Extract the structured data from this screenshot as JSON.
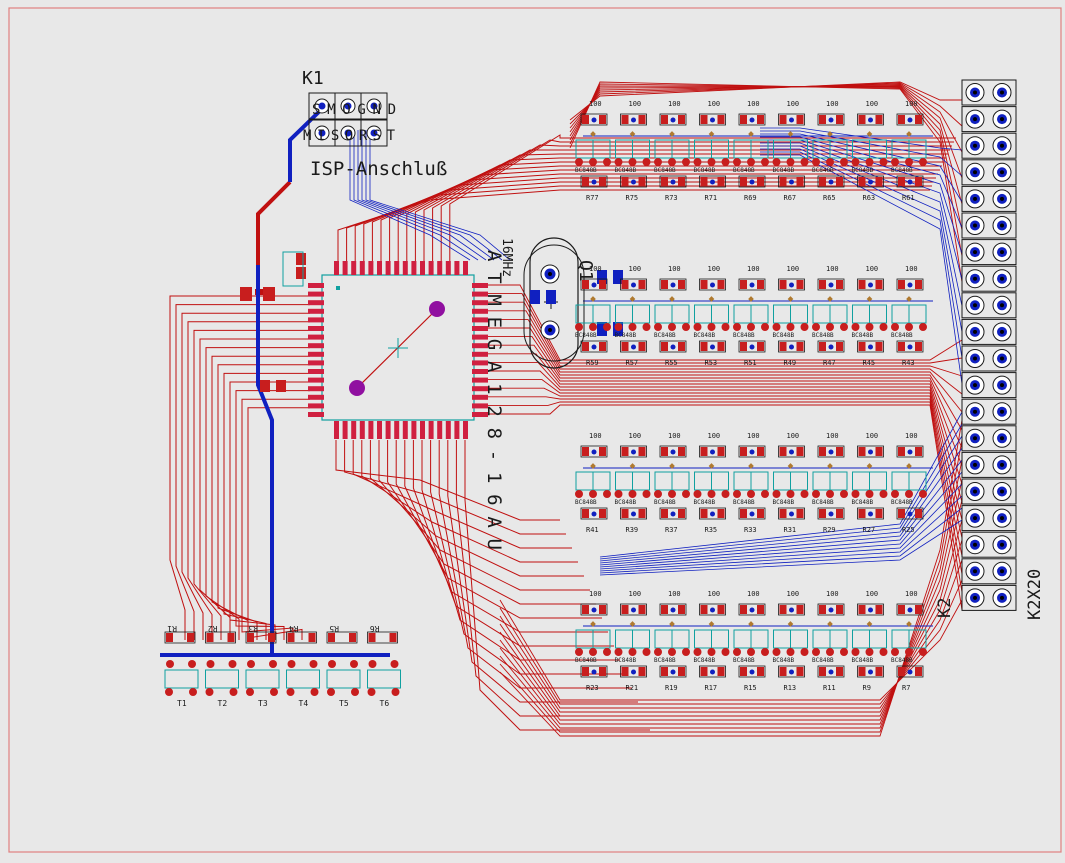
{
  "colors": {
    "background": "#e8e8e8",
    "frame": "#e08080",
    "top_trace": "#1020c0",
    "bottom_trace": "#c01010",
    "pad_red": "#c81e1e",
    "silk": "#1a1a1a",
    "part_outline": "#10a0a0",
    "via_brown": "#b07a30",
    "mcu_pad": "#d02040",
    "mcu_via": "#9010a0"
  },
  "icons": {
    "pad": "solder-pad-icon",
    "via": "via-icon",
    "origin_cross": "origin-cross-icon"
  },
  "labels": {
    "isp_header_name": "K1",
    "isp_pin_row1": "SMOGND",
    "isp_pin_row2": "MISORST",
    "isp_caption": "ISP-Anschluß",
    "crystal_name": "Q1",
    "crystal_freq": "16MHz",
    "mcu_part": "ATMEGA128-16AU",
    "connector_name": "K2",
    "connector_part": "K2X20",
    "resistor_value": "100",
    "led_package": "BC848B"
  },
  "resistor_rows": [
    [
      "R77",
      "R75",
      "R73",
      "R71",
      "R69",
      "R67",
      "R65",
      "R63",
      "R61"
    ],
    [
      "R59",
      "R57",
      "R55",
      "R53",
      "R51",
      "R49",
      "R47",
      "R45",
      "R43"
    ],
    [
      "R41",
      "R39",
      "R37",
      "R35",
      "R33",
      "R31",
      "R29",
      "R27",
      "R25"
    ],
    [
      "R23",
      "R21",
      "R19",
      "R17",
      "R15",
      "R13",
      "R11",
      "R9",
      "R7"
    ]
  ],
  "driver_resistors": [
    "R1",
    "R2",
    "R3",
    "R4",
    "R5",
    "R6"
  ],
  "transistors": [
    "T1",
    "T2",
    "T3",
    "T4",
    "T5",
    "T6"
  ],
  "connector_pin_pairs": 20
}
